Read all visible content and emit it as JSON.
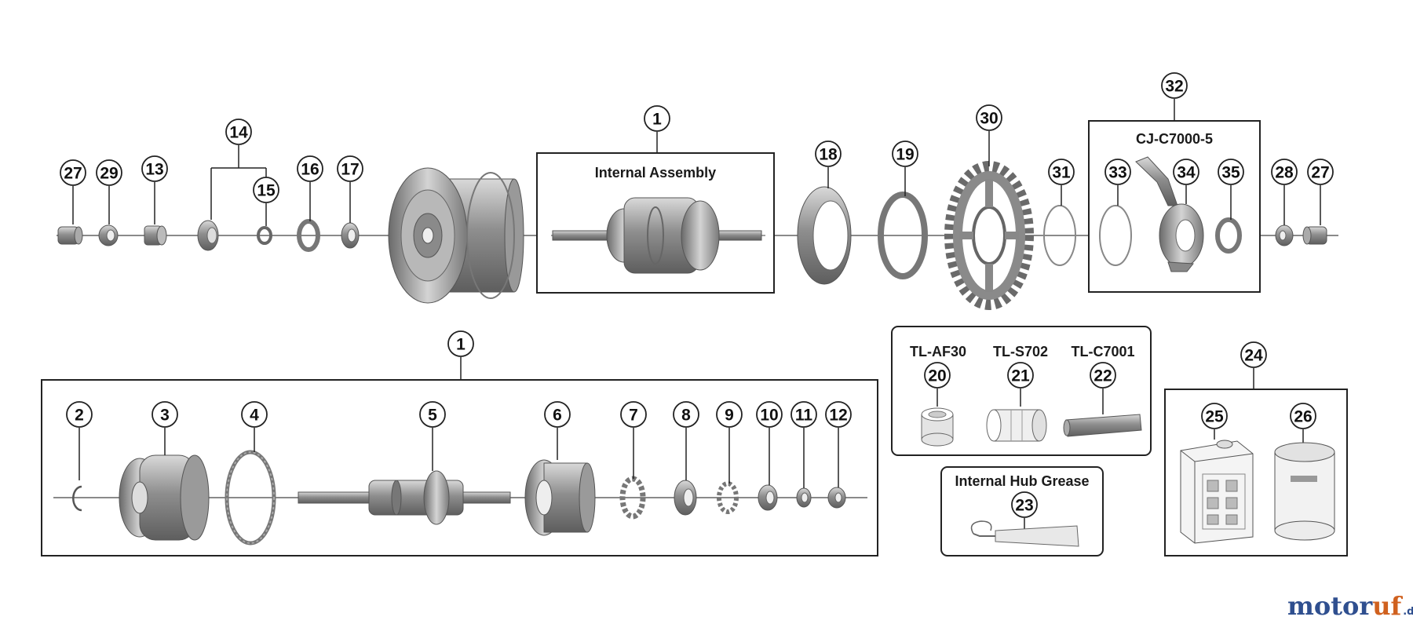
{
  "callouts": {
    "n1": "1",
    "n2": "2",
    "n3": "3",
    "n4": "4",
    "n5": "5",
    "n6": "6",
    "n7": "7",
    "n8": "8",
    "n9": "9",
    "n10": "10",
    "n11": "11",
    "n12": "12",
    "n13": "13",
    "n14": "14",
    "n15": "15",
    "n16": "16",
    "n17": "17",
    "n18": "18",
    "n19": "19",
    "n20": "20",
    "n21": "21",
    "n22": "22",
    "n23": "23",
    "n24": "24",
    "n25": "25",
    "n26": "26",
    "n27": "27",
    "n28": "28",
    "n29": "29",
    "n30": "30",
    "n31": "31",
    "n32": "32",
    "n33": "33",
    "n34": "34",
    "n35": "35"
  },
  "labels": {
    "internal_assembly": "Internal Assembly",
    "cj_kit": "CJ-C7000-5",
    "tool_af30": "TL-AF30",
    "tool_s702": "TL-S702",
    "tool_c7001": "TL-C7001",
    "grease": "Internal Hub Grease"
  },
  "watermark": {
    "part1": "motor",
    "part2": "uf",
    "suffix": ".de"
  },
  "colors": {
    "line": "#222222",
    "part": "#8c8c8c",
    "part_light": "#c9c9c9",
    "part_dark": "#5a5a5a",
    "watermark_blue": "#2f4f8f",
    "watermark_orange": "#d0611f"
  }
}
